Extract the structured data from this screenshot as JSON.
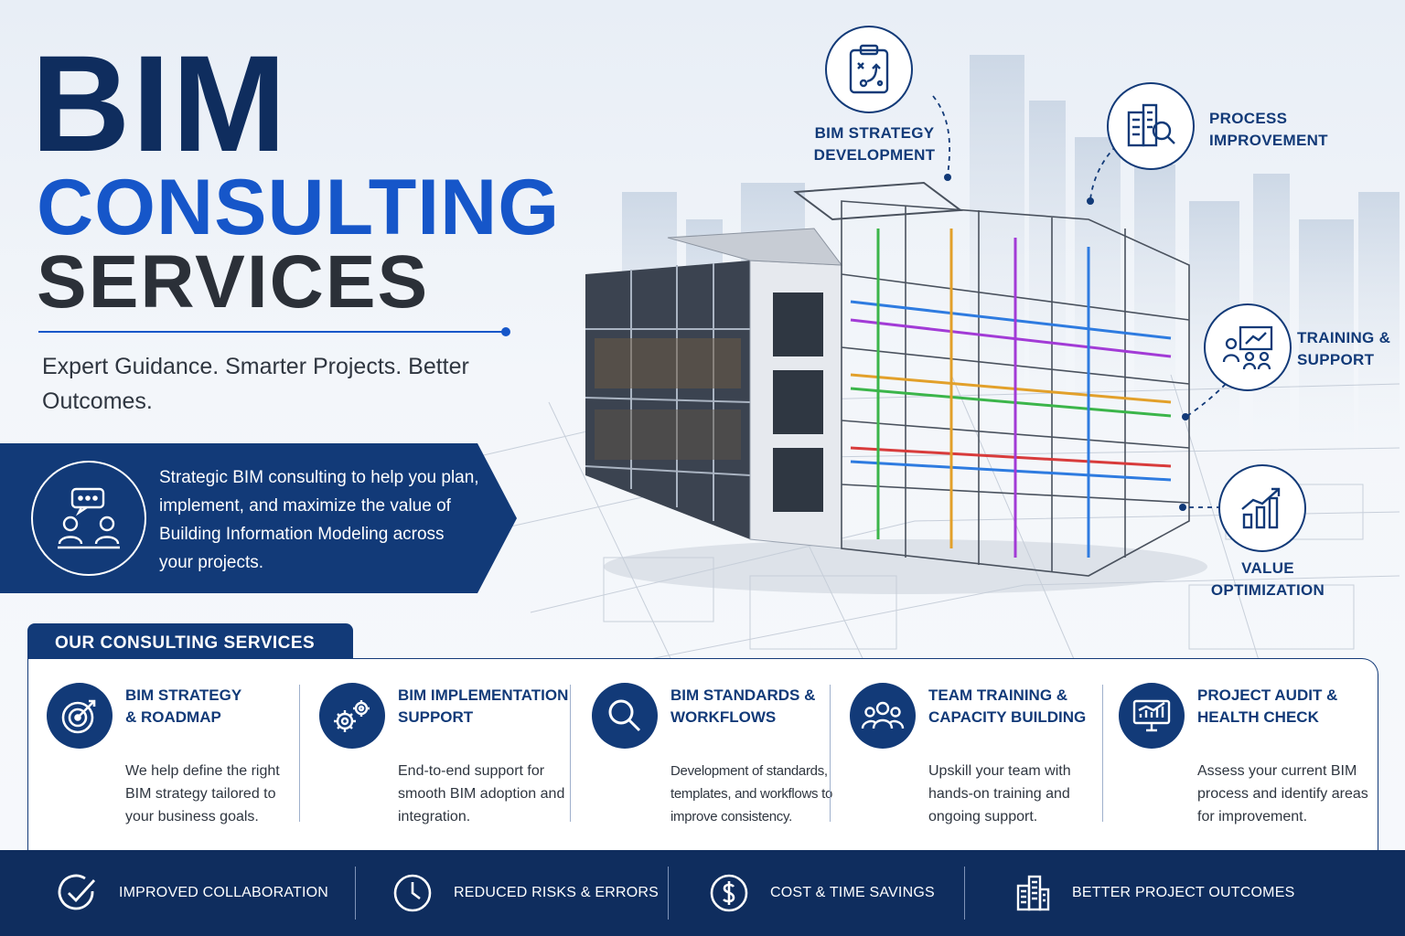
{
  "hero": {
    "title_line1": "BIM",
    "title_line2": "CONSULTING",
    "title_line3": "SERVICES",
    "tagline": "Expert Guidance. Smarter Projects. Better Outcomes."
  },
  "intro": {
    "text": "Strategic BIM consulting to help you plan, implement, and maximize the value of Building Information Modeling across your projects.",
    "icon": "team-discussion-icon"
  },
  "callouts": [
    {
      "label": "BIM STRATEGY DEVELOPMENT",
      "icon": "strategy-clipboard-icon"
    },
    {
      "label": "PROCESS IMPROVEMENT",
      "icon": "building-magnifier-icon"
    },
    {
      "label": "TRAINING & SUPPORT",
      "icon": "presentation-icon"
    },
    {
      "label": "VALUE OPTIMIZATION",
      "icon": "growth-chart-icon"
    }
  ],
  "services": {
    "heading": "OUR CONSULTING SERVICES",
    "items": [
      {
        "name": "BIM STRATEGY & ROADMAP",
        "desc": "We help define the right BIM strategy tailored to your business goals.",
        "icon": "target-icon"
      },
      {
        "name": "BIM IMPLEMENTATION SUPPORT",
        "desc": "End-to-end support for smooth BIM adoption and integration.",
        "icon": "gears-icon"
      },
      {
        "name": "BIM STANDARDS & WORKFLOWS",
        "desc": "Development of standards, templates, and workflows to improve consistency.",
        "icon": "magnifier-icon"
      },
      {
        "name": "TEAM TRAINING & CAPACITY BUILDING",
        "desc": "Upskill your team with hands-on training and ongoing support.",
        "icon": "team-icon"
      },
      {
        "name": "PROJECT AUDIT & HEALTH CHECK",
        "desc": "Assess your current BIM process and identify areas for improvement.",
        "icon": "monitor-chart-icon"
      }
    ]
  },
  "benefits": [
    {
      "label": "IMPROVED COLLABORATION",
      "icon": "check-circle-icon"
    },
    {
      "label": "REDUCED RISKS & ERRORS",
      "icon": "clock-icon"
    },
    {
      "label": "COST & TIME SAVINGS",
      "icon": "dollar-icon"
    },
    {
      "label": "BETTER PROJECT OUTCOMES",
      "icon": "buildings-icon"
    }
  ],
  "colors": {
    "navy": "#0f2d5e",
    "brand_blue": "#1656c9",
    "panel_blue": "#123a78"
  }
}
